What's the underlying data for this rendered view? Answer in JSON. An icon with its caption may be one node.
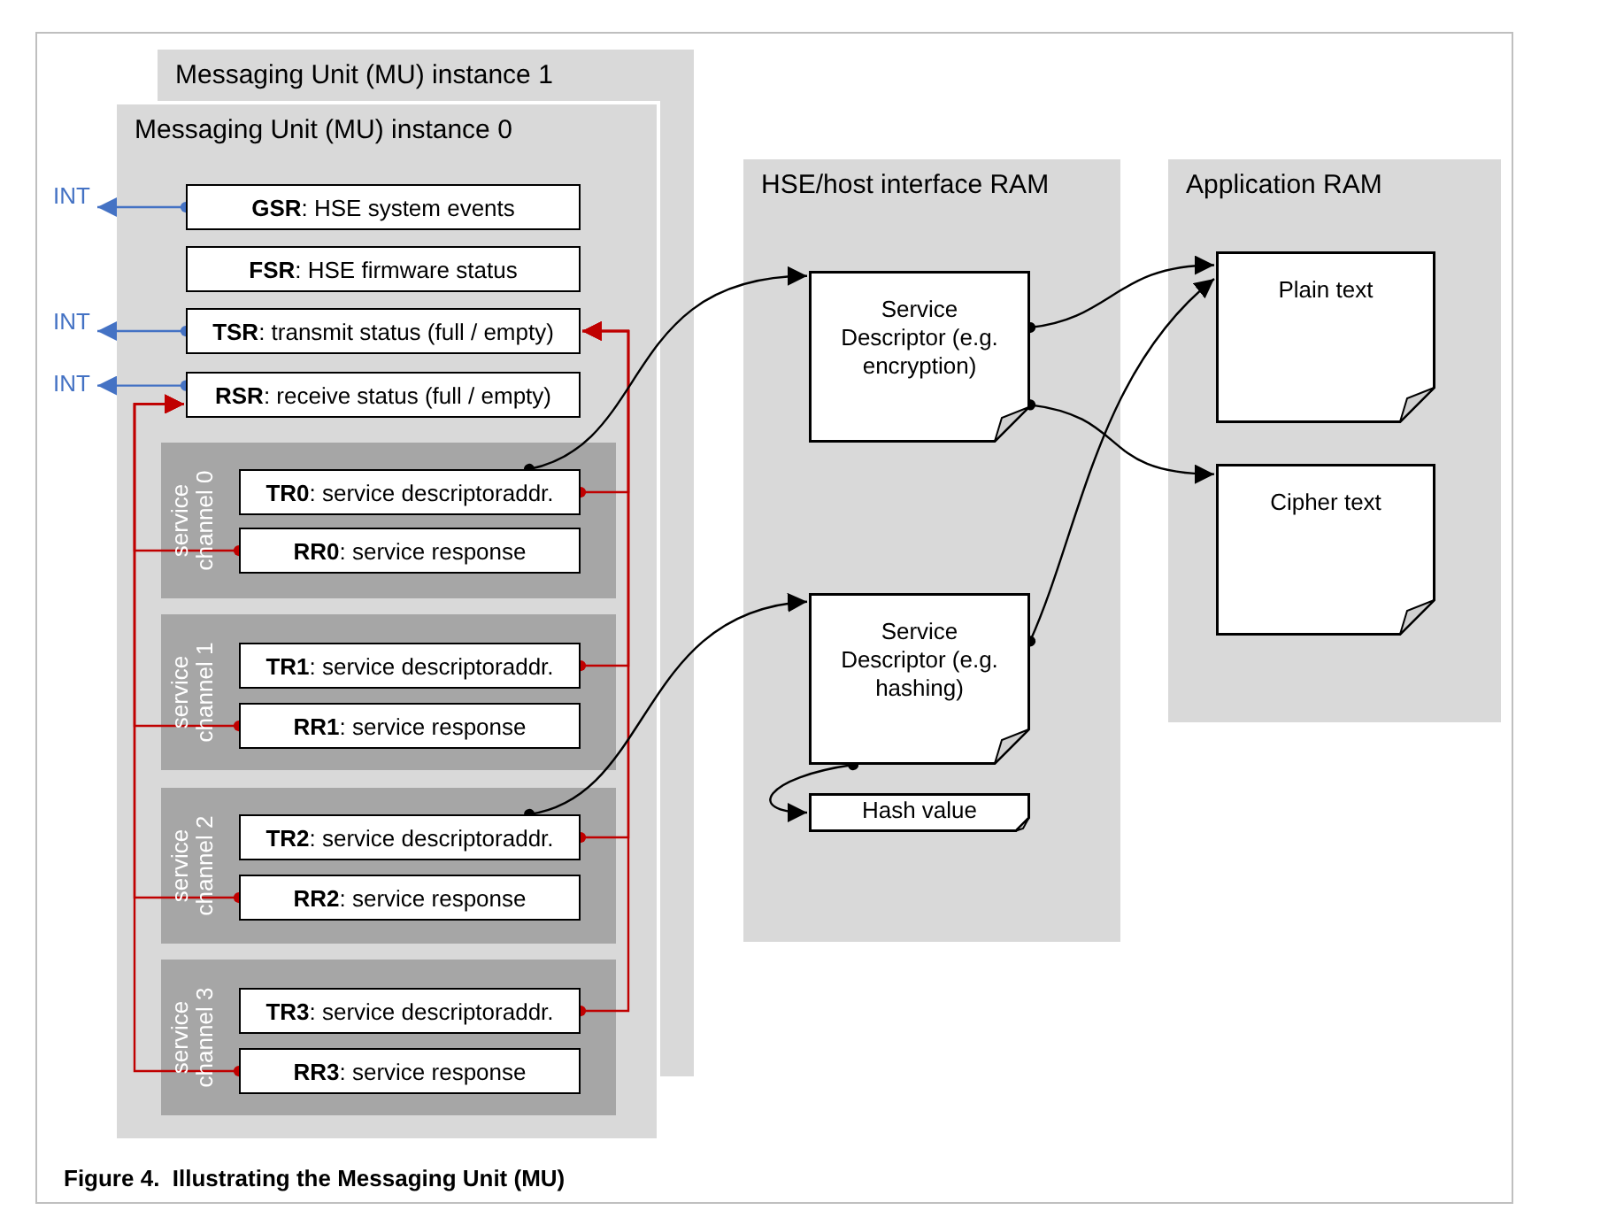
{
  "diagram": {
    "caption": "Figure 4.  Illustrating the Messaging Unit (MU)",
    "nodes": [
      {
        "text": [
          "Messaging Unit (MU) instance 1"
        ]
      },
      {
        "text": [
          "Messaging Unit (MU) instance 0"
        ]
      },
      {
        "text": [
          "**GSR**: HSE system events"
        ],
        "in": 1
      },
      {
        "text": [
          "**FSR**: HSE firmware status"
        ],
        "in": 1
      },
      {
        "text": [
          "**TSR**: transmit status (full / empty)"
        ],
        "in": 1
      },
      {
        "text": [
          "**RSR**: receive status (full / empty)"
        ],
        "in": 1
      },
      {
        "text": [
          "service channel 0"
        ],
        "in": 1
      },
      {
        "text": [
          "**TR0**: service descriptoraddr."
        ],
        "in": 6
      },
      {
        "text": [
          "**RR0**: service response"
        ],
        "in": 6
      },
      {
        "text": [
          "service channel 1"
        ],
        "in": 1
      },
      {
        "text": [
          "**TR1**: service descriptoraddr."
        ],
        "in": 9
      },
      {
        "text": [
          "**RR1**: service response"
        ],
        "in": 9
      },
      {
        "text": [
          "service channel 2"
        ],
        "in": 1
      },
      {
        "text": [
          "**TR2**: service descriptoraddr."
        ],
        "in": 12
      },
      {
        "text": [
          "**RR2**: service response"
        ],
        "in": 12
      },
      {
        "text": [
          "service channel 3"
        ],
        "in": 1
      },
      {
        "text": [
          "**TR3**: service descriptoraddr."
        ],
        "in": 15
      },
      {
        "text": [
          "**RR3**: service response"
        ],
        "in": 15
      },
      {
        "text": [
          "INT"
        ]
      },
      {
        "text": [
          "INT"
        ]
      },
      {
        "text": [
          "INT"
        ]
      },
      {
        "text": [
          "HSE/host interface RAM"
        ]
      },
      {
        "text": [
          "Service Descriptor (e.g. encryption)"
        ],
        "in": 21
      },
      {
        "text": [
          "Service Descriptor (e.g. hashing)"
        ],
        "in": 21
      },
      {
        "text": [
          "Hash value"
        ],
        "in": 21
      },
      {
        "text": [
          "Application RAM"
        ]
      },
      {
        "text": [
          "Plain text"
        ],
        "in": 25
      },
      {
        "text": [
          "Cipher text"
        ],
        "in": 25
      }
    ],
    "edges": [
      {
        "from": 2,
        "to": 18,
        "arrow": "to",
        "color": "#4472c4"
      },
      {
        "from": 4,
        "to": 19,
        "arrow": "to",
        "color": "#4472c4"
      },
      {
        "from": 5,
        "to": 20,
        "arrow": "to",
        "color": "#4472c4"
      },
      {
        "from": 7,
        "to": 4,
        "arrow": "to",
        "color": "#c00000"
      },
      {
        "from": 10,
        "to": 4,
        "arrow": "to",
        "color": "#c00000"
      },
      {
        "from": 13,
        "to": 4,
        "arrow": "to",
        "color": "#c00000"
      },
      {
        "from": 16,
        "to": 4,
        "arrow": "to",
        "color": "#c00000"
      },
      {
        "from": 8,
        "to": 5,
        "arrow": "to",
        "color": "#c00000"
      },
      {
        "from": 11,
        "to": 5,
        "arrow": "to",
        "color": "#c00000"
      },
      {
        "from": 14,
        "to": 5,
        "arrow": "to",
        "color": "#c00000"
      },
      {
        "from": 17,
        "to": 5,
        "arrow": "to",
        "color": "#c00000"
      },
      {
        "from": 7,
        "to": 22,
        "arrow": "to",
        "color": "#000000"
      },
      {
        "from": 13,
        "to": 23,
        "arrow": "to",
        "color": "#000000"
      },
      {
        "from": 22,
        "to": 26,
        "arrow": "to",
        "color": "#000000"
      },
      {
        "from": 22,
        "to": 27,
        "arrow": "to",
        "color": "#000000"
      },
      {
        "from": 23,
        "to": 26,
        "arrow": "to",
        "color": "#000000"
      },
      {
        "from": 23,
        "to": 24,
        "arrow": "to",
        "color": "#000000"
      }
    ]
  }
}
